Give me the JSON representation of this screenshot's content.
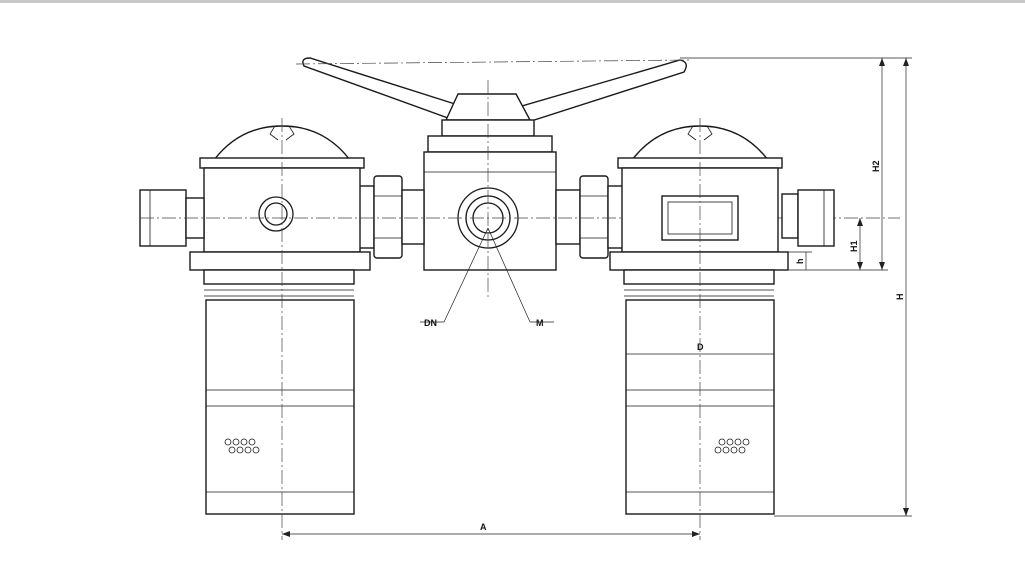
{
  "labels": {
    "dn": "DN",
    "m": "M",
    "d": "D",
    "a": "A",
    "h": "h",
    "h1": "H1",
    "h2": "H2",
    "h_total": "H"
  }
}
